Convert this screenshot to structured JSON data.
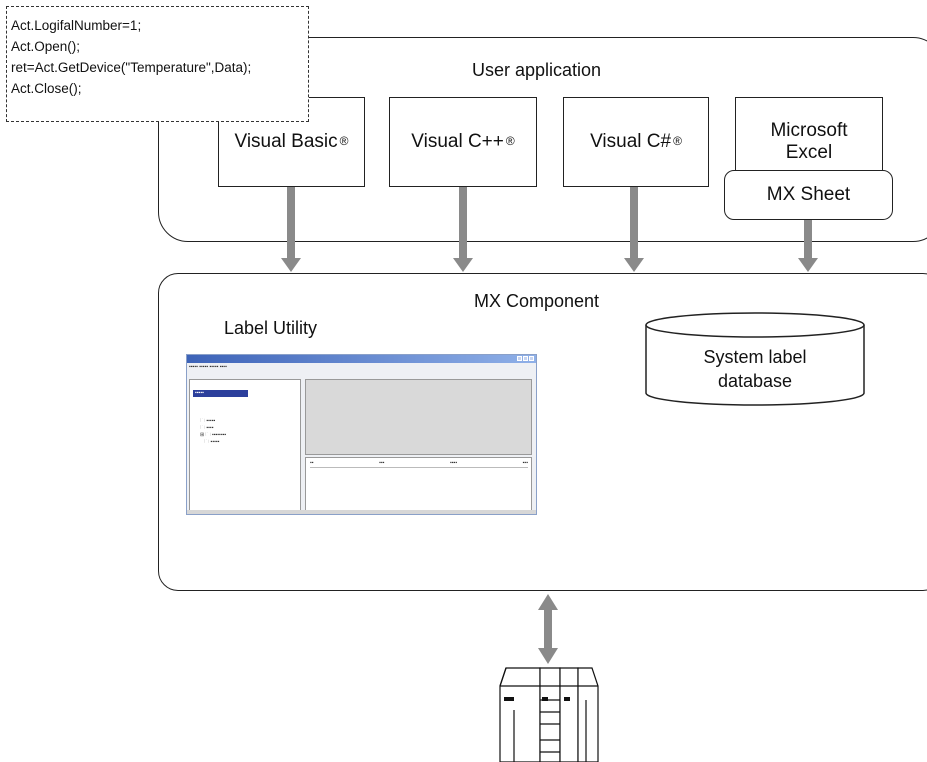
{
  "code_snippet": {
    "lines": [
      "Act.LogifalNumber=1;",
      "Act.Open();",
      "ret=Act.GetDevice(\"Temperature\",Data);",
      "Act.Close();"
    ]
  },
  "user_application": {
    "title": "User application",
    "boxes": [
      {
        "label": "Visual Basic",
        "mark": "®"
      },
      {
        "label": "Visual C++",
        "mark": "®"
      },
      {
        "label": "Visual C#",
        "mark": "®"
      },
      {
        "label": "Microsoft\nExcel",
        "mark": ""
      }
    ],
    "mx_sheet": "MX Sheet"
  },
  "mx_component": {
    "title": "MX Component",
    "label_utility": "Label Utility",
    "database_label": "System label\ndatabase"
  },
  "colors": {
    "arrow": "#8a8a8a",
    "stroke": "#222222"
  },
  "icons": {
    "database": "cylinder-icon",
    "plc": "plc-device-icon"
  }
}
